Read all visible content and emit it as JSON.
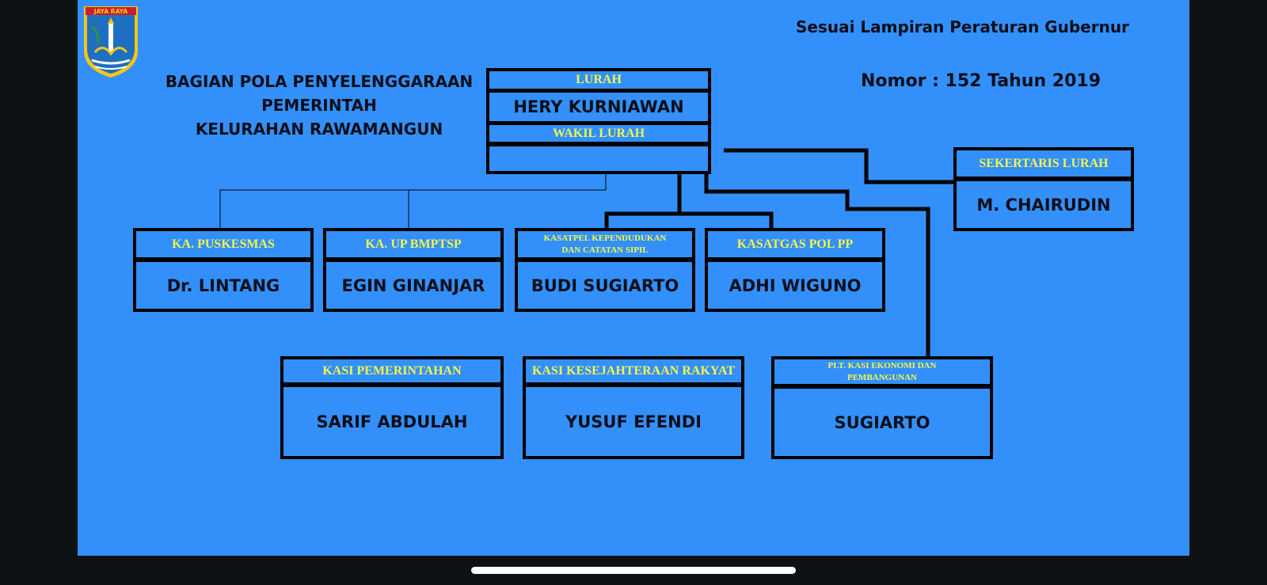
{
  "header": {
    "regulation": "Sesuai Lampiran Peraturan Gubernur",
    "number": "Nomor : 152 Tahun 2019"
  },
  "title": {
    "line1": "BAGIAN POLA PENYELENGGARAAN",
    "line2": "PEMERINTAH",
    "line3": "KELURAHAN RAWAMANGUN"
  },
  "logo": {
    "banner_text": "JAYA RAYA",
    "icon": "jakarta-emblem-icon"
  },
  "top": {
    "role": "LURAH",
    "name": "HERY KURNIAWAN",
    "deputy_role": "WAKIL LURAH",
    "deputy_name": ""
  },
  "secretary": {
    "role": "SEKERTARIS LURAH",
    "name": "M. CHAIRUDIN"
  },
  "units": [
    {
      "role": "KA. PUSKESMAS",
      "name": "Dr. LINTANG"
    },
    {
      "role": "KA. UP BMPTSP",
      "name": "EGIN GINANJAR"
    },
    {
      "role_line1": "KASATPEL KEPENDUDUKAN",
      "role_line2": "DAN CATATAN SIPIL",
      "name": "BUDI SUGIARTO"
    },
    {
      "role": "KASATGAS POL PP",
      "name": "ADHI WIGUNO"
    }
  ],
  "sections": [
    {
      "role": "KASI PEMERINTAHAN",
      "name": "SARIF ABDULAH"
    },
    {
      "role": "KASI KESEJAHTERAAN RAKYAT",
      "name": "YUSUF EFENDI"
    },
    {
      "role_line1": "PLT. KASI EKONOMI  DAN",
      "role_line2": "PEMBANGUNAN",
      "name": "SUGIARTO"
    }
  ],
  "colors": {
    "background": "#3390fa",
    "role_text": "#f2f54a",
    "name_text": "#0a0f1a",
    "outer": "#0f1214"
  }
}
